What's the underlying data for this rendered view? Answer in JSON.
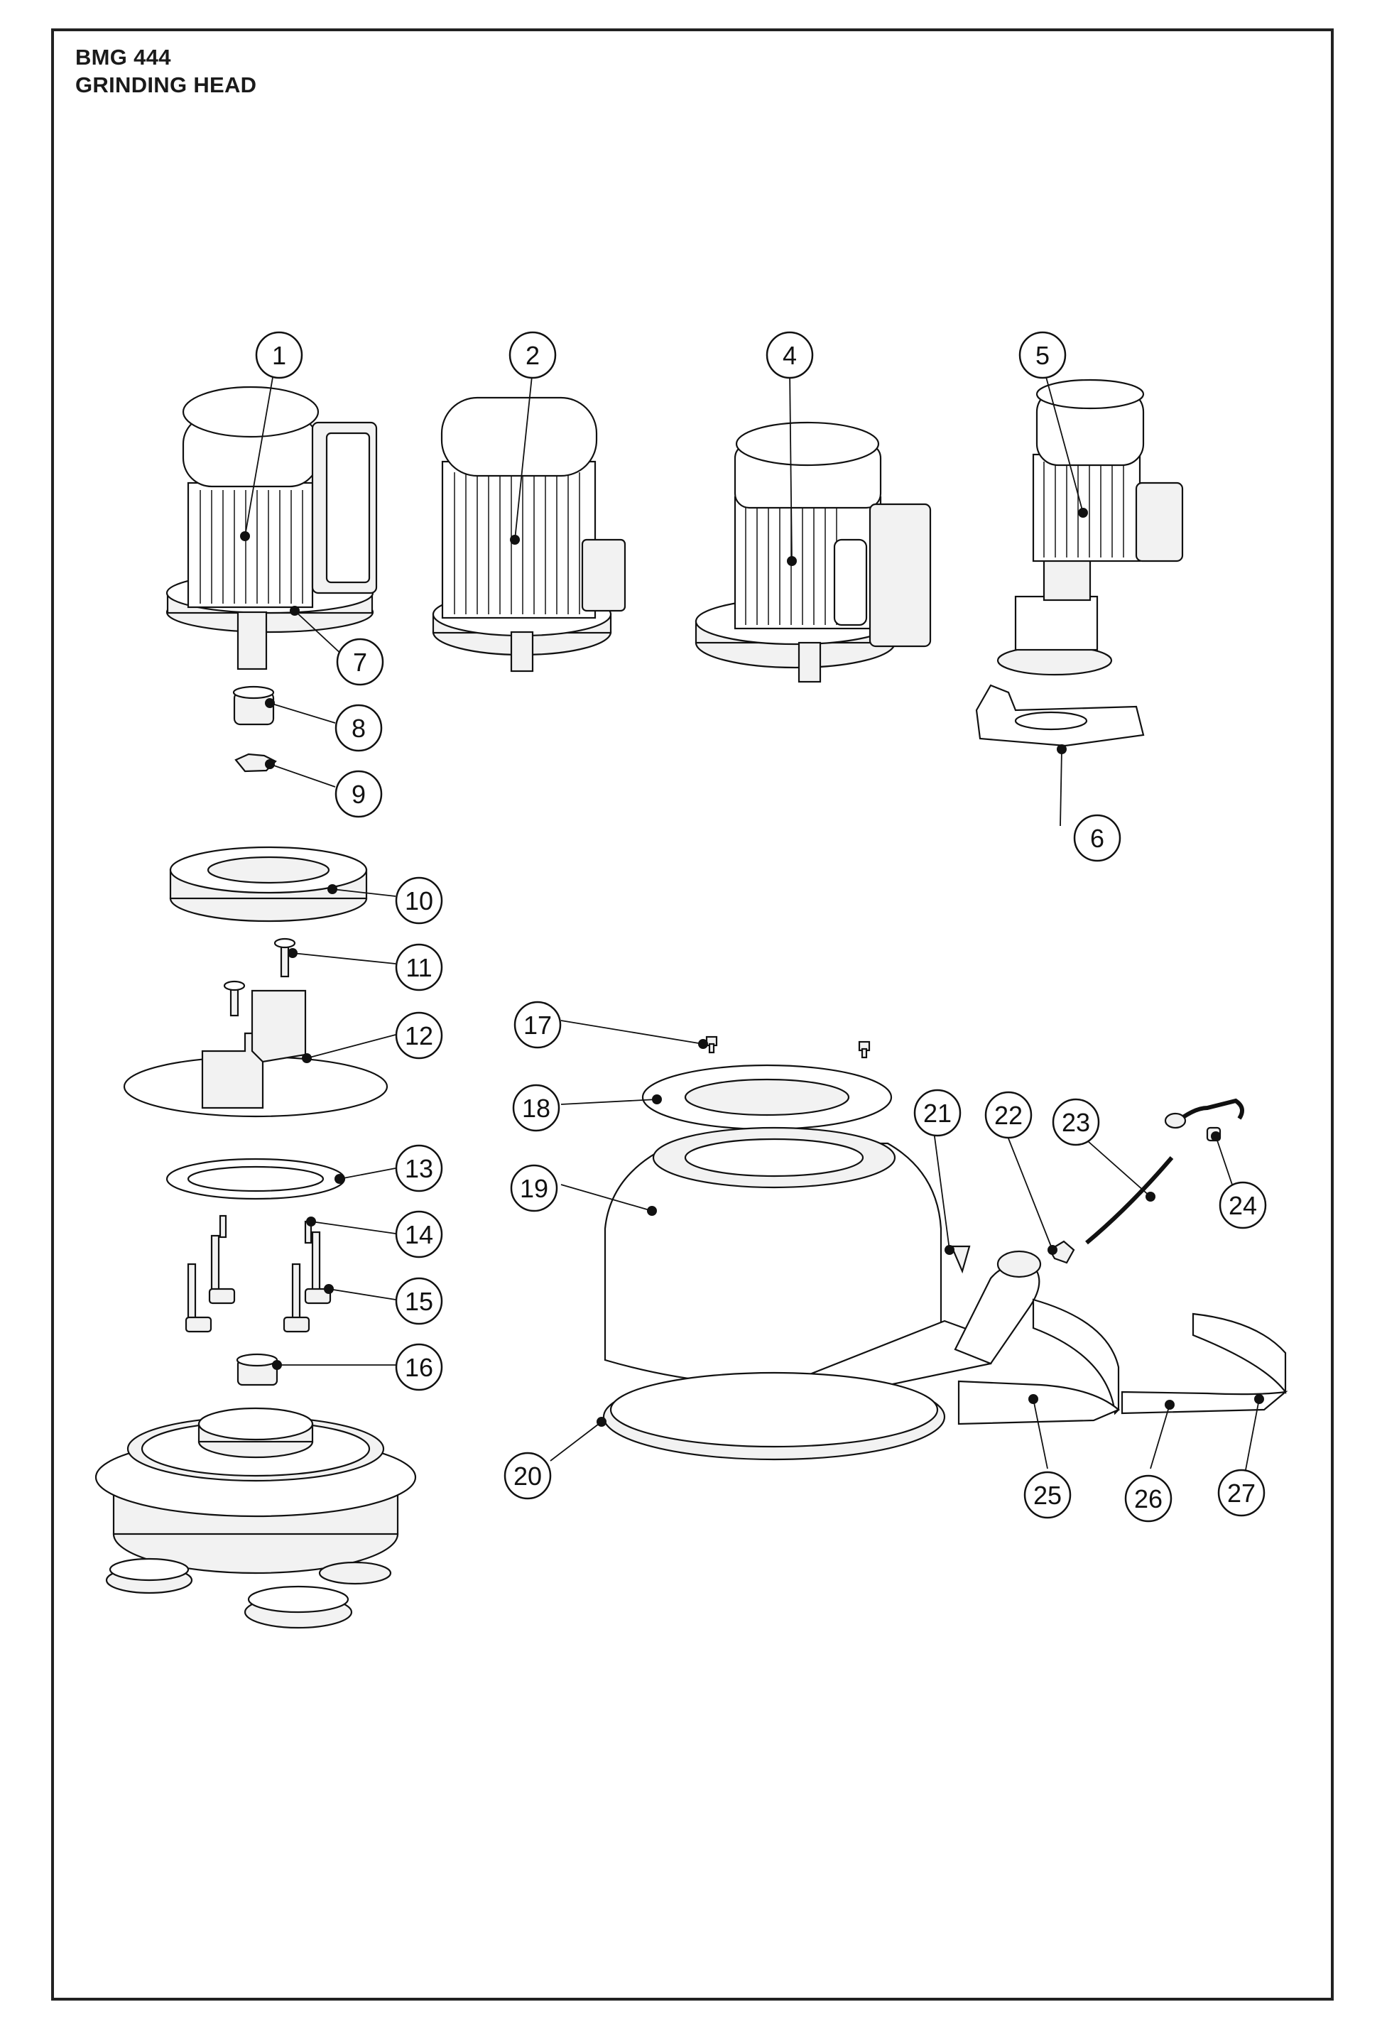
{
  "title": {
    "model": "BMG 444",
    "subtitle": "GRINDING HEAD"
  },
  "callouts": [
    "1",
    "2",
    "4",
    "5",
    "6",
    "7",
    "8",
    "9",
    "10",
    "11",
    "12",
    "13",
    "14",
    "15",
    "16",
    "17",
    "18",
    "19",
    "20",
    "21",
    "22",
    "23",
    "24",
    "25",
    "26",
    "27"
  ]
}
